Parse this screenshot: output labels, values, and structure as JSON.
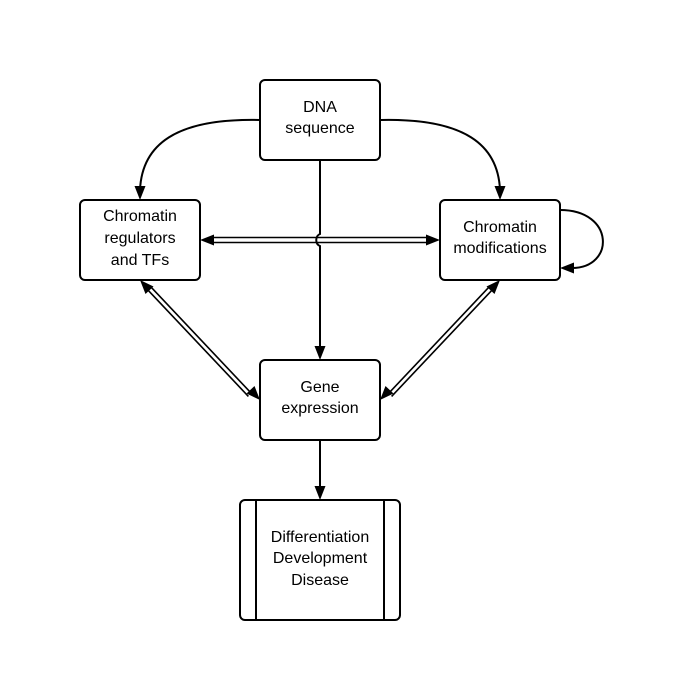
{
  "nodes": {
    "dna": {
      "lines": [
        "DNA",
        "sequence"
      ]
    },
    "regulators": {
      "lines": [
        "Chromatin",
        "regulators",
        "and TFs"
      ]
    },
    "modifications": {
      "lines": [
        "Chromatin",
        "modifications"
      ]
    },
    "expression": {
      "lines": [
        "Gene",
        "expression"
      ]
    },
    "outcomes": {
      "lines": [
        "Differentiation",
        "Development",
        "Disease"
      ]
    }
  },
  "colors": {
    "stroke": "#000000",
    "fill": "#ffffff"
  }
}
